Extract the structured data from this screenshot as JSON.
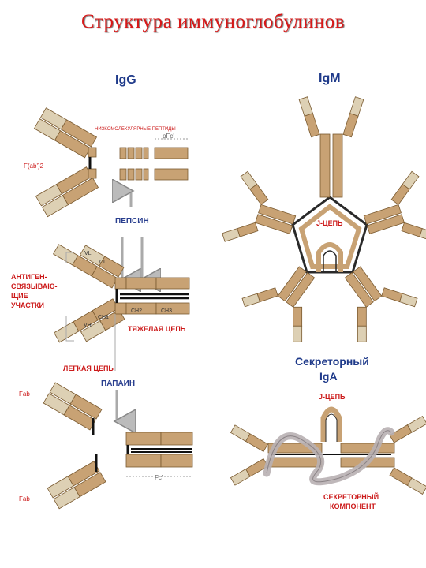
{
  "title": "Структура иммуноглобулинов",
  "igg": {
    "heading": "IgG",
    "fab2_label": "F(ab')2",
    "lowmol_label": "НИЗКОМОЛЕКУЛЯРНЫЕ ПЕПТИДЫ",
    "pfc_label": "pFc'",
    "pepsin_label": "ПЕПСИН",
    "antigen_label": [
      "АНТИГЕН-",
      "СВЯЗЫВАЮ-",
      "ЩИЕ",
      "УЧАСТКИ"
    ],
    "heavy_label": "ТЯЖЕЛАЯ ЦЕПЬ",
    "light_label": "ЛЕГКАЯ ЦЕПЬ",
    "papain_label": "ПАПАИН",
    "fab_top": "Fab",
    "fab_bottom": "Fab",
    "fc_label": "Fc'",
    "domains": {
      "vl": "VL",
      "cl": "CL",
      "vh": "VH",
      "ch1": "CH1",
      "ch2": "CH2",
      "ch3": "CH3"
    }
  },
  "igm": {
    "heading": "IgM",
    "jchain_label": "J-ЦЕПЬ"
  },
  "iga": {
    "heading": [
      "Секреторный",
      "IgA"
    ],
    "jchain_label": "J-ЦЕПЬ",
    "secretory_label": [
      "СЕКРЕТОРНЫЙ",
      "КОМПОНЕНТ"
    ]
  },
  "colors": {
    "title": "#d81818",
    "heading": "#1f3a8a",
    "label_red": "#cc1a1a",
    "label_blue": "#2a3f8f",
    "chain_tan": "#c8a274",
    "chain_light": "#ddd0b4",
    "secretory": "#b8b0b2"
  }
}
